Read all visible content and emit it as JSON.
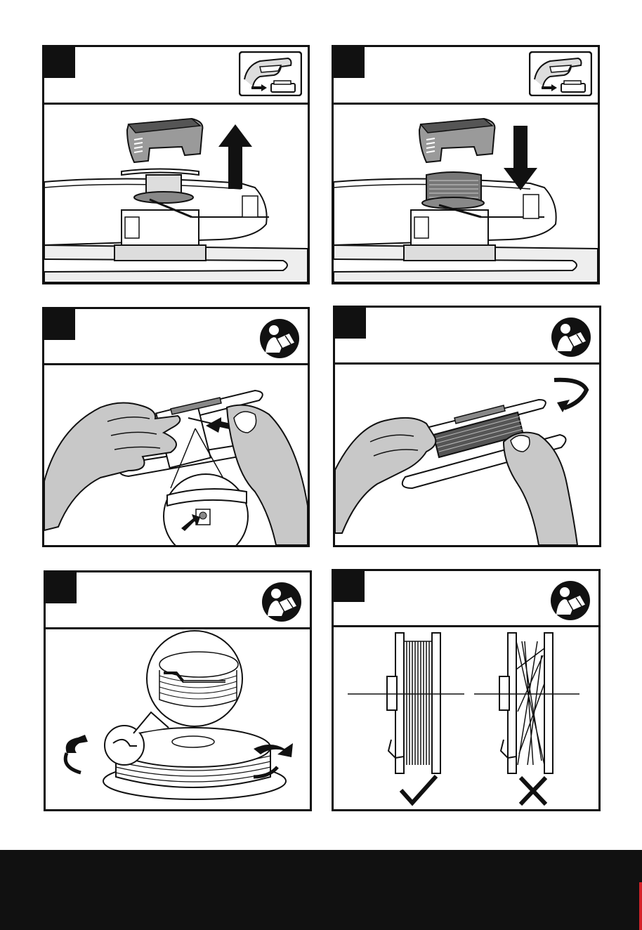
{
  "page": {
    "panels": [
      {
        "step": "",
        "icon": "remove-battery-icon",
        "illustration": "spool-cover-removed-arrow-up"
      },
      {
        "step": "",
        "icon": "remove-battery-icon",
        "illustration": "spool-cover-refit-arrow-down"
      },
      {
        "step": "",
        "icon": "read-manual-icon",
        "illustration": "insert-line-into-spool-hole"
      },
      {
        "step": "",
        "icon": "read-manual-icon",
        "illustration": "wind-line-onto-spool"
      },
      {
        "step": "",
        "icon": "read-manual-icon",
        "illustration": "secure-line-end-in-notch"
      },
      {
        "step": "",
        "icon": "read-manual-icon",
        "illustration": "correct-vs-incorrect-winding"
      }
    ],
    "verdicts": {
      "correct": "check-mark-icon",
      "incorrect": "cross-mark-icon"
    },
    "colors": {
      "ink": "#111111",
      "body": "#ffffff",
      "fill_gray": "#c8c8c8",
      "dark_gray": "#555555",
      "footer": "#111111",
      "accent": "#d3232a"
    }
  }
}
